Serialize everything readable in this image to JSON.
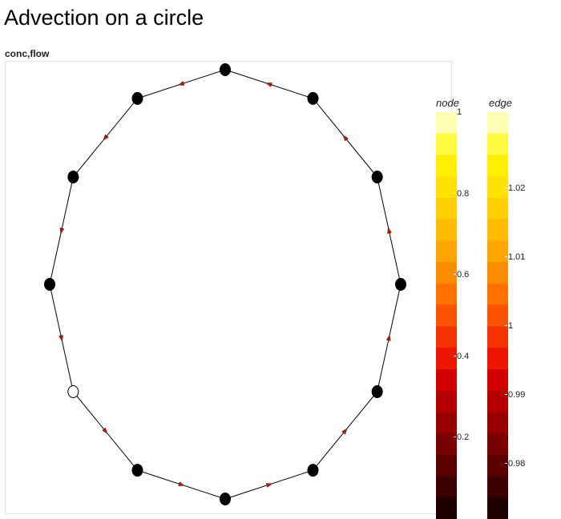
{
  "title": "Advection on a circle",
  "plot_label": "conc,flow",
  "colors": {
    "node_filled": "#000000",
    "node_empty": "#ffffff",
    "edge_line": "#000000",
    "arrow": "#cc1100",
    "colormap": [
      "#1e0000",
      "#3c0000",
      "#5a0000",
      "#780000",
      "#960000",
      "#b40000",
      "#d20000",
      "#ee1600",
      "#f63200",
      "#fb5300",
      "#ff7200",
      "#ff8d00",
      "#ffa500",
      "#ffbb00",
      "#ffce00",
      "#ffe100",
      "#fff000",
      "#fffa40",
      "#ffffb4"
    ]
  },
  "network": {
    "nodes": [
      {
        "id": 0,
        "angle_deg": 90,
        "filled": true
      },
      {
        "id": 1,
        "angle_deg": 60,
        "filled": true
      },
      {
        "id": 2,
        "angle_deg": 30,
        "filled": true
      },
      {
        "id": 3,
        "angle_deg": 0,
        "filled": true
      },
      {
        "id": 4,
        "angle_deg": -30,
        "filled": true
      },
      {
        "id": 5,
        "angle_deg": -60,
        "filled": true
      },
      {
        "id": 6,
        "angle_deg": -90,
        "filled": true
      },
      {
        "id": 7,
        "angle_deg": -120,
        "filled": true
      },
      {
        "id": 8,
        "angle_deg": -150,
        "filled": false
      },
      {
        "id": 9,
        "angle_deg": 180,
        "filled": true
      },
      {
        "id": 10,
        "angle_deg": 150,
        "filled": true
      },
      {
        "id": 11,
        "angle_deg": 120,
        "filled": true
      }
    ],
    "edges": [
      {
        "from": 0,
        "to": 11
      },
      {
        "from": 11,
        "to": 10
      },
      {
        "from": 10,
        "to": 9
      },
      {
        "from": 9,
        "to": 8
      },
      {
        "from": 8,
        "to": 7
      },
      {
        "from": 7,
        "to": 6
      },
      {
        "from": 6,
        "to": 5
      },
      {
        "from": 5,
        "to": 4
      },
      {
        "from": 4,
        "to": 3
      },
      {
        "from": 3,
        "to": 2
      },
      {
        "from": 2,
        "to": 1
      },
      {
        "from": 1,
        "to": 0
      }
    ]
  },
  "colorbars": {
    "node": {
      "title": "node",
      "range": [
        0,
        1
      ],
      "ticks": [
        {
          "value": 1,
          "label": "1"
        },
        {
          "value": 0.8,
          "label": "0.8"
        },
        {
          "value": 0.6,
          "label": "0.6"
        },
        {
          "value": 0.4,
          "label": "0.4"
        },
        {
          "value": 0.2,
          "label": "0.2"
        }
      ]
    },
    "edge": {
      "title": "edge",
      "range": [
        0.972,
        1.031
      ],
      "ticks": [
        {
          "value": 1.02,
          "label": "1.02"
        },
        {
          "value": 1.01,
          "label": "1.01"
        },
        {
          "value": 1,
          "label": "1"
        },
        {
          "value": 0.99,
          "label": "0.99"
        },
        {
          "value": 0.98,
          "label": "0.98"
        }
      ]
    }
  }
}
